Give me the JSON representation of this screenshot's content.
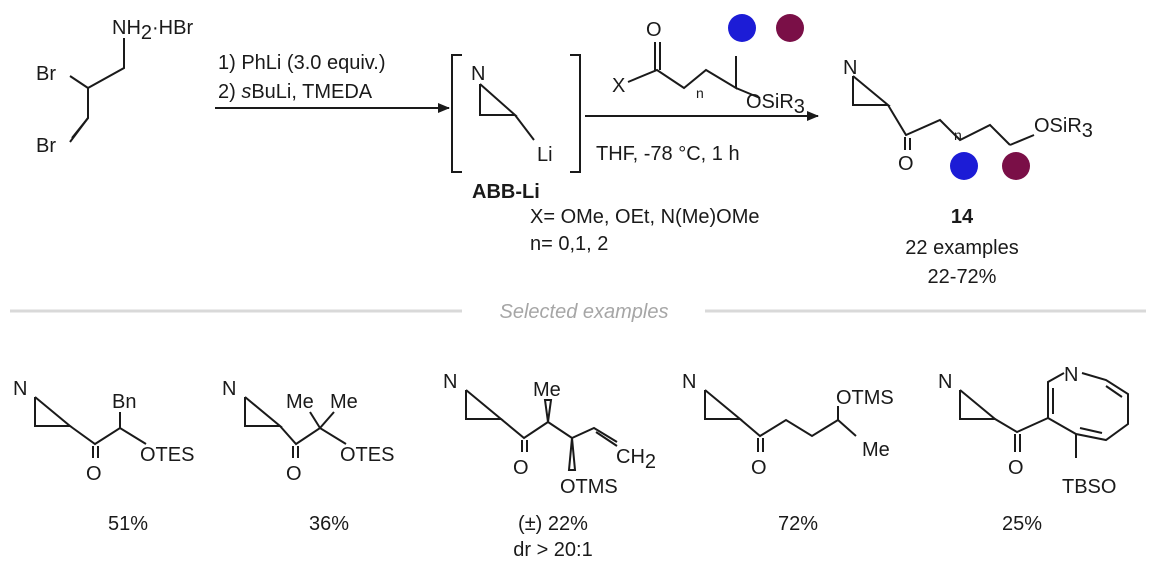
{
  "colors": {
    "ink": "#1a1a1a",
    "blue": "#1c1cd6",
    "maroon": "#7a0f47",
    "divider": "#d9d9d9",
    "caption": "#a6a6a6"
  },
  "starting_material": {
    "amine": "NH",
    "amine_sub": "2",
    "salt": "·HBr",
    "br_top": "Br",
    "br_bottom": "Br"
  },
  "step1": {
    "line1_pre": "1) PhLi (3.0 equiv.)",
    "line2_num": "2) ",
    "line2_italic": "s",
    "line2_rest": "BuLi, TMEDA"
  },
  "intermediate": {
    "n_label": "N",
    "li_label": "Li",
    "name": "ABB-Li"
  },
  "reagent": {
    "o_label": "O",
    "x_label": "X",
    "n_sub": "n",
    "osi": "OSiR",
    "osi_sub": "3",
    "conditions": "THF, -78 °C, 1 h",
    "x_def": "X= OMe, OEt, N(Me)OMe",
    "n_def": "n= 0,1, 2"
  },
  "product": {
    "n_label": "N",
    "o_label": "O",
    "n_sub": "n",
    "osi": "OSiR",
    "osi_sub": "3",
    "number": "14",
    "examples": "22 examples",
    "yield_range": "22-72%"
  },
  "divider_caption": "Selected examples",
  "examples": [
    {
      "n": "N",
      "o": "O",
      "sub1": "Bn",
      "sub2": "OTES",
      "yield": "51%"
    },
    {
      "n": "N",
      "o": "O",
      "sub1": "Me",
      "sub1b": "Me",
      "sub2": "OTES",
      "yield": "36%"
    },
    {
      "n": "N",
      "o": "O",
      "sub1": "Me",
      "sub2": "CH",
      "sub2_sub": "2",
      "sub3": "OTMS",
      "yield": "(±) 22%",
      "dr": "dr > 20:1"
    },
    {
      "n": "N",
      "o": "O",
      "sub1": "OTMS",
      "sub2": "Me",
      "yield": "72%"
    },
    {
      "n": "N",
      "o": "O",
      "ring_n": "N",
      "sub1": "TBSO",
      "yield": "25%"
    }
  ]
}
